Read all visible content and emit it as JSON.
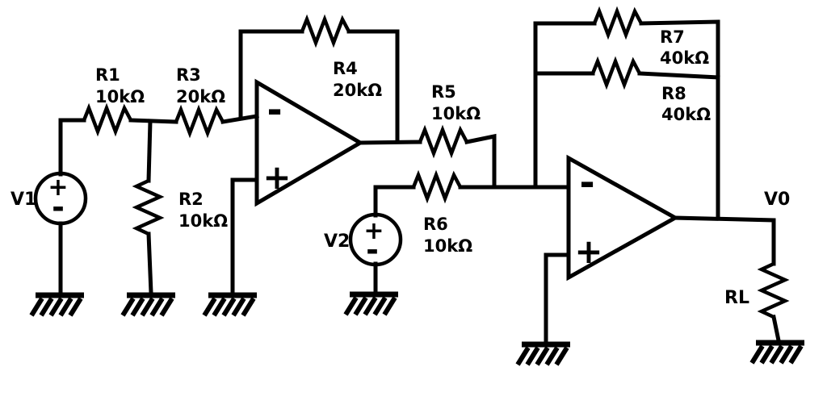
{
  "diagram": {
    "type": "circuit-schematic",
    "description": "Two-stage inverting op-amp amplifier: V1 through R1/R2/R3 into op-amp 1 with feedback R4; op-amp 1 output through R5 summed with V2 through R6 into op-amp 2 with parallel feedback R7 and R8; output V0 drives load RL.",
    "ink_color": "#000000",
    "background_color": "#ffffff"
  },
  "components": {
    "v1": {
      "label": "V1",
      "plus": "+",
      "minus": "-",
      "kind": "voltage-source"
    },
    "v2": {
      "label": "V2",
      "plus": "+",
      "minus": "-",
      "kind": "voltage-source"
    },
    "r1": {
      "name": "R1",
      "value": "10kΩ"
    },
    "r2": {
      "name": "R2",
      "value": "10kΩ"
    },
    "r3": {
      "name": "R3",
      "value": "20kΩ"
    },
    "r4": {
      "name": "R4",
      "value": "20kΩ"
    },
    "r5": {
      "name": "R5",
      "value": "10kΩ"
    },
    "r6": {
      "name": "R6",
      "value": "10kΩ"
    },
    "r7": {
      "name": "R7",
      "value": "40kΩ"
    },
    "r8": {
      "name": "R8",
      "value": "40kΩ"
    },
    "rl": {
      "name": "RL"
    },
    "opamp1": {
      "minus": "-",
      "plus": "+"
    },
    "opamp2": {
      "minus": "-",
      "plus": "+"
    },
    "output": {
      "label": "V0"
    }
  }
}
